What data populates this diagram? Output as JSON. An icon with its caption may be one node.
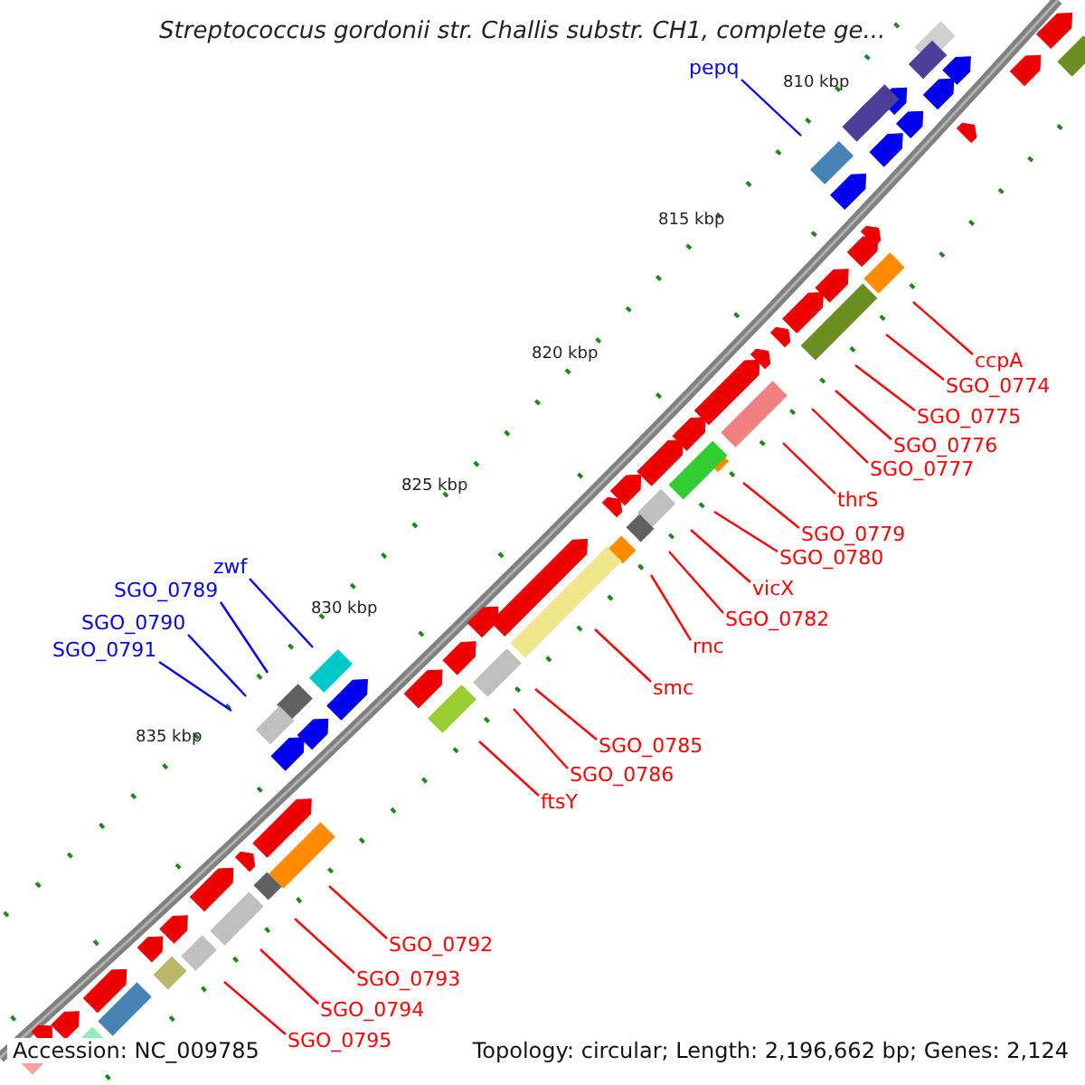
{
  "diagram": {
    "title": "Streptococcus gordonii str. Challis substr. CH1, complete ge...",
    "nodes": [
      {
        "text": [
          "pepq"
        ]
      },
      {
        "text": [
          "ccpA"
        ]
      },
      {
        "text": [
          "SGO_0774"
        ]
      },
      {
        "text": [
          "SGO_0775"
        ]
      },
      {
        "text": [
          "SGO_0776"
        ]
      },
      {
        "text": [
          "SGO_0777"
        ]
      },
      {
        "text": [
          "thrS"
        ]
      },
      {
        "text": [
          "SGO_0779"
        ]
      },
      {
        "text": [
          "SGO_0780"
        ]
      },
      {
        "text": [
          "vicX"
        ]
      },
      {
        "text": [
          "SGO_0782"
        ]
      },
      {
        "text": [
          "rnc"
        ]
      },
      {
        "text": [
          "smc"
        ]
      },
      {
        "text": [
          "SGO_0785"
        ]
      },
      {
        "text": [
          "SGO_0786"
        ]
      },
      {
        "text": [
          "ftsY"
        ]
      },
      {
        "text": [
          "zwf"
        ]
      },
      {
        "text": [
          "SGO_0789"
        ]
      },
      {
        "text": [
          "SGO_0790"
        ]
      },
      {
        "text": [
          "SGO_0791"
        ]
      },
      {
        "text": [
          "SGO_0792"
        ]
      },
      {
        "text": [
          "SGO_0793"
        ]
      },
      {
        "text": [
          "SGO_0794"
        ]
      },
      {
        "text": [
          "SGO_0795"
        ]
      }
    ],
    "edges": [
      {
        "from": 0,
        "to": null,
        "arrow": "none",
        "color": "#0000ff"
      },
      {
        "from": 1,
        "to": null,
        "arrow": "none"
      },
      {
        "from": 2,
        "to": null,
        "arrow": "none"
      },
      {
        "from": 3,
        "to": null,
        "arrow": "none"
      },
      {
        "from": 4,
        "to": null,
        "arrow": "none"
      },
      {
        "from": 5,
        "to": null,
        "arrow": "none"
      },
      {
        "from": 6,
        "to": null,
        "arrow": "none"
      },
      {
        "from": 7,
        "to": null,
        "arrow": "none"
      },
      {
        "from": 8,
        "to": null,
        "arrow": "none"
      },
      {
        "from": 9,
        "to": null,
        "arrow": "none"
      },
      {
        "from": 10,
        "to": null,
        "arrow": "none"
      },
      {
        "from": 11,
        "to": null,
        "arrow": "none"
      },
      {
        "from": 12,
        "to": null,
        "arrow": "none"
      },
      {
        "from": 13,
        "to": null,
        "arrow": "none"
      },
      {
        "from": 14,
        "to": null,
        "arrow": "none"
      },
      {
        "from": 15,
        "to": null,
        "arrow": "none"
      },
      {
        "from": 16,
        "to": null,
        "arrow": "none",
        "color": "#0000ff"
      },
      {
        "from": 17,
        "to": null,
        "arrow": "none",
        "color": "#0000ff"
      },
      {
        "from": 18,
        "to": null,
        "arrow": "none",
        "color": "#0000ff"
      },
      {
        "from": 19,
        "to": null,
        "arrow": "none",
        "color": "#0000ff"
      },
      {
        "from": 20,
        "to": null,
        "arrow": "none"
      },
      {
        "from": 21,
        "to": null,
        "arrow": "none"
      },
      {
        "from": 22,
        "to": null,
        "arrow": "none"
      },
      {
        "from": 23,
        "to": null,
        "arrow": "none"
      }
    ],
    "labels": [
      "810 kbp",
      "815 kbp",
      "820 kbp",
      "825 kbp",
      "830 kbp",
      "835 kbp",
      "Accession: NC_009785",
      "Topology: circular; Length: 2,196,662 bp; Genes: 2,124"
    ]
  }
}
